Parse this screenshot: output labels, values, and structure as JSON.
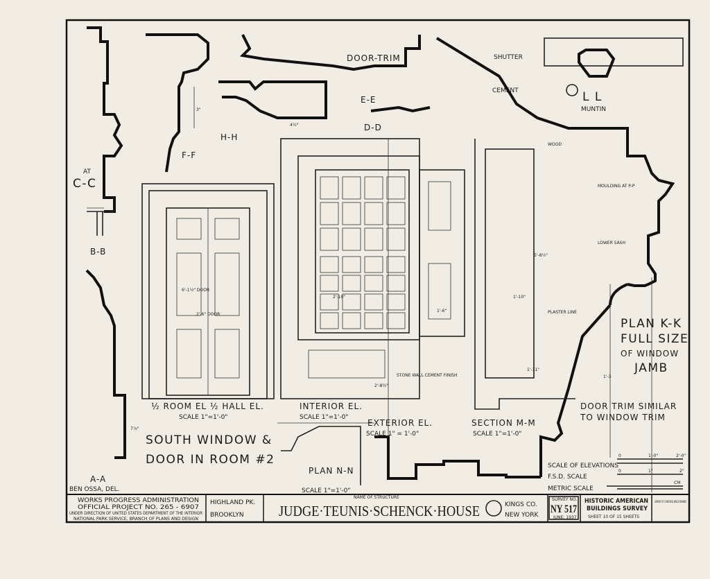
{
  "sections": {
    "door_trim": "DOOR-TRIM",
    "shutter": "SHUTTER",
    "cement": "CEMENT",
    "muntin_ll": "L L",
    "muntin": "MUNTIN",
    "ee": "E-E",
    "dd": "D-D",
    "hh": "H-H",
    "ff": "F-F",
    "cc_at": "AT",
    "cc": "C-C",
    "bb": "B-B",
    "aa": "A-A",
    "wood": "WOOD",
    "moulding_pp": "MOULDING AT P-P",
    "lower_sash": "LOWER SASH",
    "plaster_line": "PLASTER LINE",
    "stone_wall": "STONE WALL CEMENT FINISH"
  },
  "views": {
    "room_hall_el": "½ ROOM EL ½ HALL EL.",
    "room_hall_scale": "SCALE 1\"=1'-0\"",
    "interior_el": "INTERIOR EL.",
    "interior_scale": "SCALE 1\"=1'-0\"",
    "exterior_el": "EXTERIOR EL.",
    "exterior_scale": "SCALE 1\" = 1'-0\"",
    "section_mm": "SECTION M-M",
    "section_scale": "SCALE 1\"=1'-0\"",
    "plan_nn": "PLAN N-N",
    "plan_nn_scale": "SCALE 1\"=1'-0\"",
    "plan_kk_1": "PLAN K-K",
    "plan_kk_2": "FULL SIZE",
    "plan_kk_3": "OF WINDOW",
    "plan_kk_4": "JAMB",
    "door_trim_note_1": "DOOR TRIM SIMILAR",
    "door_trim_note_2": "TO WINDOW TRIM",
    "sheet_heading_1": "SOUTH WINDOW &",
    "sheet_heading_2": "DOOR IN ROOM #2"
  },
  "dimensions": [
    "3\"",
    "4½\"",
    "7⅞\"",
    "2'-6\" DOOR",
    "6'-1½\" DOOR",
    "2'-10\"",
    "1'-10\"",
    "5'-8½\"",
    "1'-11\"",
    "1'-3",
    "2'-8½\"",
    "1'-6\""
  ],
  "scales": {
    "elevations": "SCALE OF ELEVATIONS",
    "elev_ticks": [
      "0",
      "1'-0\"",
      "2'-0\""
    ],
    "fsd": "F.S.D. SCALE",
    "fsd_ticks": [
      "0",
      "1\"",
      "2\""
    ],
    "metric": "METRIC SCALE",
    "metric_unit": "CM"
  },
  "delineator": "BEN OSSA, DEL.",
  "title_block": {
    "agency_1": "WORKS PROGRESS ADMINISTRATION",
    "agency_2": "OFFICIAL PROJECT NO. 265 - 6907",
    "agency_3": "UNDER DIRECTION OF UNITED STATES DEPARTMENT OF THE INTERIOR",
    "agency_4": "NATIONAL PARK SERVICE, BRANCH OF PLANS AND DESIGN",
    "location_1": "HIGHLAND PK.",
    "location_2": "BROOKLYN",
    "name_label": "NAME OF STRUCTURE",
    "structure_name": "JUDGE·TEUNIS·SCHENCK·HOUSE",
    "county": "KINGS CO.",
    "state": "NEW YORK",
    "survey_label": "SURVEY NO.",
    "survey_no": "NY 517",
    "date": "JUNE, 1937",
    "habs_1": "HISTORIC AMERICAN",
    "habs_2": "BUILDINGS SURVEY",
    "sheet_text": "SHEET 10 OF 15 SHEETS",
    "library": "LIBRARY OF CONGRESS INDEX NUMBER"
  }
}
